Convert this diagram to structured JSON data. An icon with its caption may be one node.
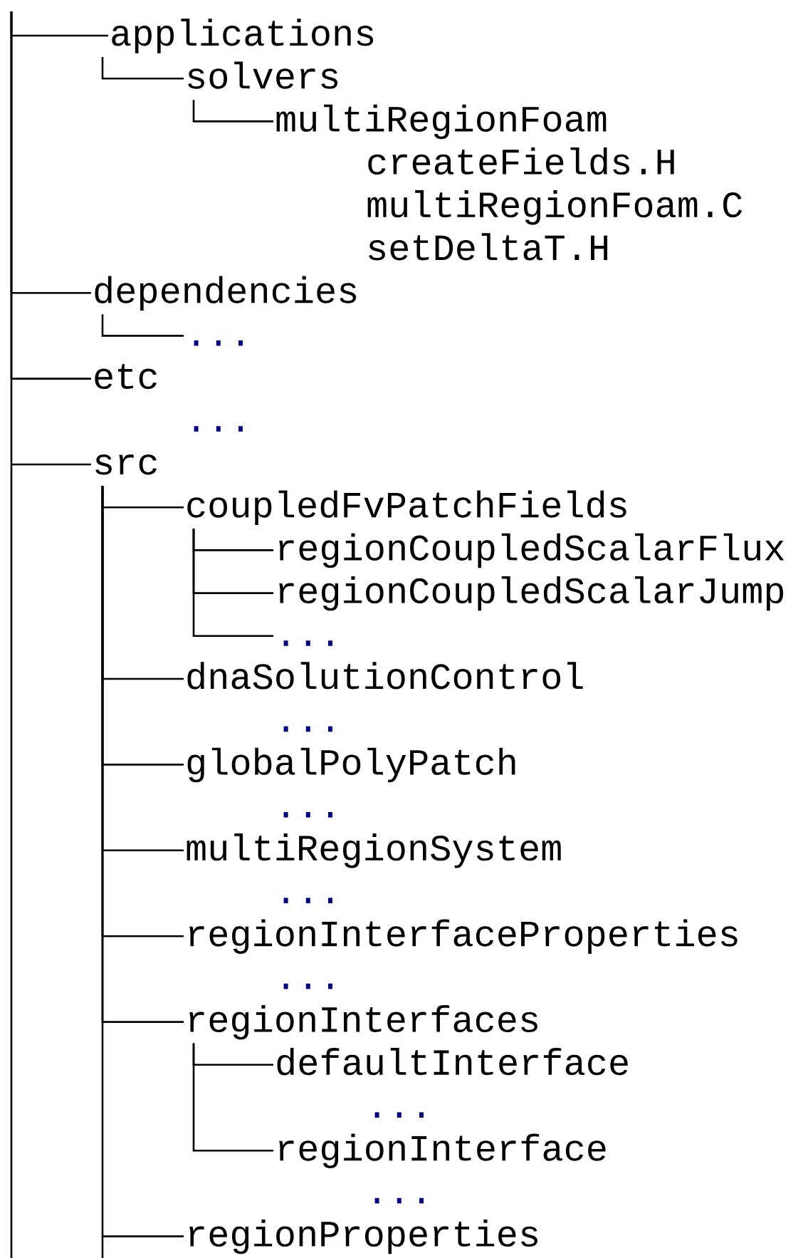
{
  "diagram": {
    "nodes": [
      {
        "text": [
          "applications"
        ]
      },
      {
        "text": [
          "solvers"
        ]
      },
      {
        "text": [
          "multiRegionFoam"
        ]
      },
      {
        "text": [
          "dependencies"
        ]
      },
      {
        "text": [
          "..."
        ]
      },
      {
        "text": [
          "etc"
        ]
      },
      {
        "text": [
          "src"
        ]
      },
      {
        "text": [
          "coupledFvPatchFields"
        ]
      },
      {
        "text": [
          "regionCoupledScalarFlux"
        ]
      },
      {
        "text": [
          "regionCoupledScalarJump"
        ]
      },
      {
        "text": [
          "..."
        ]
      },
      {
        "text": [
          "dnaSolutionControl"
        ]
      },
      {
        "text": [
          "globalPolyPatch"
        ]
      },
      {
        "text": [
          "multiRegionSystem"
        ]
      },
      {
        "text": [
          "regionInterfaceProperties"
        ]
      },
      {
        "text": [
          "regionInterfaces"
        ]
      },
      {
        "text": [
          "defaultInterface"
        ]
      },
      {
        "text": [
          "regionInterface"
        ]
      },
      {
        "text": [
          "regionProperties"
        ]
      }
    ],
    "edges": [
      {
        "from": null,
        "to": 0,
        "arrow": "none"
      },
      {
        "from": 0,
        "to": 1,
        "arrow": "none"
      },
      {
        "from": 1,
        "to": 2,
        "arrow": "none"
      },
      {
        "from": null,
        "to": 3,
        "arrow": "none"
      },
      {
        "from": 3,
        "to": 4,
        "arrow": "none"
      },
      {
        "from": null,
        "to": 5,
        "arrow": "none"
      },
      {
        "from": null,
        "to": 6,
        "arrow": "none"
      },
      {
        "from": 6,
        "to": 7,
        "arrow": "none"
      },
      {
        "from": 7,
        "to": 8,
        "arrow": "none"
      },
      {
        "from": 7,
        "to": 9,
        "arrow": "none"
      },
      {
        "from": 7,
        "to": 10,
        "arrow": "none"
      },
      {
        "from": 6,
        "to": 11,
        "arrow": "none"
      },
      {
        "from": 6,
        "to": 12,
        "arrow": "none"
      },
      {
        "from": 6,
        "to": 13,
        "arrow": "none"
      },
      {
        "from": 6,
        "to": 14,
        "arrow": "none"
      },
      {
        "from": 6,
        "to": 15,
        "arrow": "none"
      },
      {
        "from": 15,
        "to": 16,
        "arrow": "none"
      },
      {
        "from": 15,
        "to": 17,
        "arrow": "none"
      },
      {
        "from": 6,
        "to": 18,
        "arrow": "none"
      }
    ],
    "labels": [
      "createFields.H",
      "multiRegionFoam.C",
      "setDeltaT.H",
      "...",
      "...",
      "...",
      "...",
      "...",
      "...",
      "..."
    ]
  }
}
